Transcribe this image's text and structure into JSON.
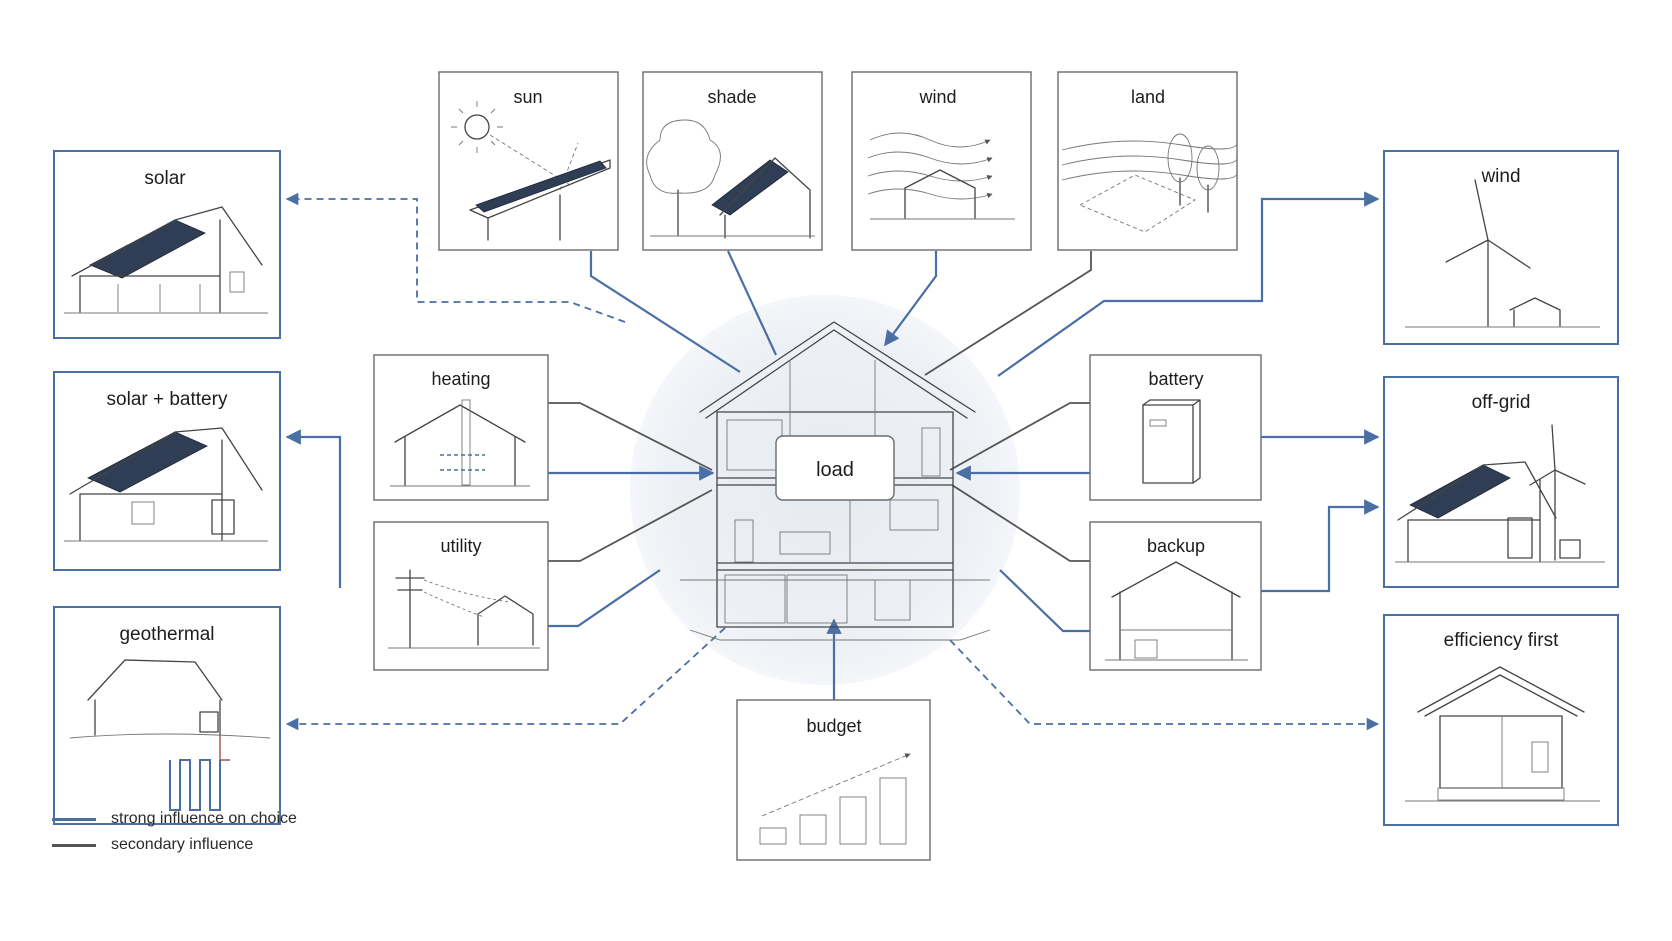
{
  "center": {
    "label": "load"
  },
  "factors": {
    "sun": "sun",
    "shade": "shade",
    "wind": "wind",
    "land": "land",
    "heating": "heating",
    "utility": "utility",
    "battery": "battery",
    "backup": "backup",
    "budget": "budget"
  },
  "options": {
    "solar": "solar",
    "solar_battery": "solar + battery",
    "geothermal": "geothermal",
    "wind": "wind",
    "off_grid": "off-grid",
    "efficiency_first": "efficiency first"
  },
  "legend": {
    "strong": "strong influence on choice",
    "secondary": "secondary influence"
  },
  "colors": {
    "strong": "#4a6fa5",
    "secondary": "#545454",
    "panel": "#2f3d55"
  }
}
